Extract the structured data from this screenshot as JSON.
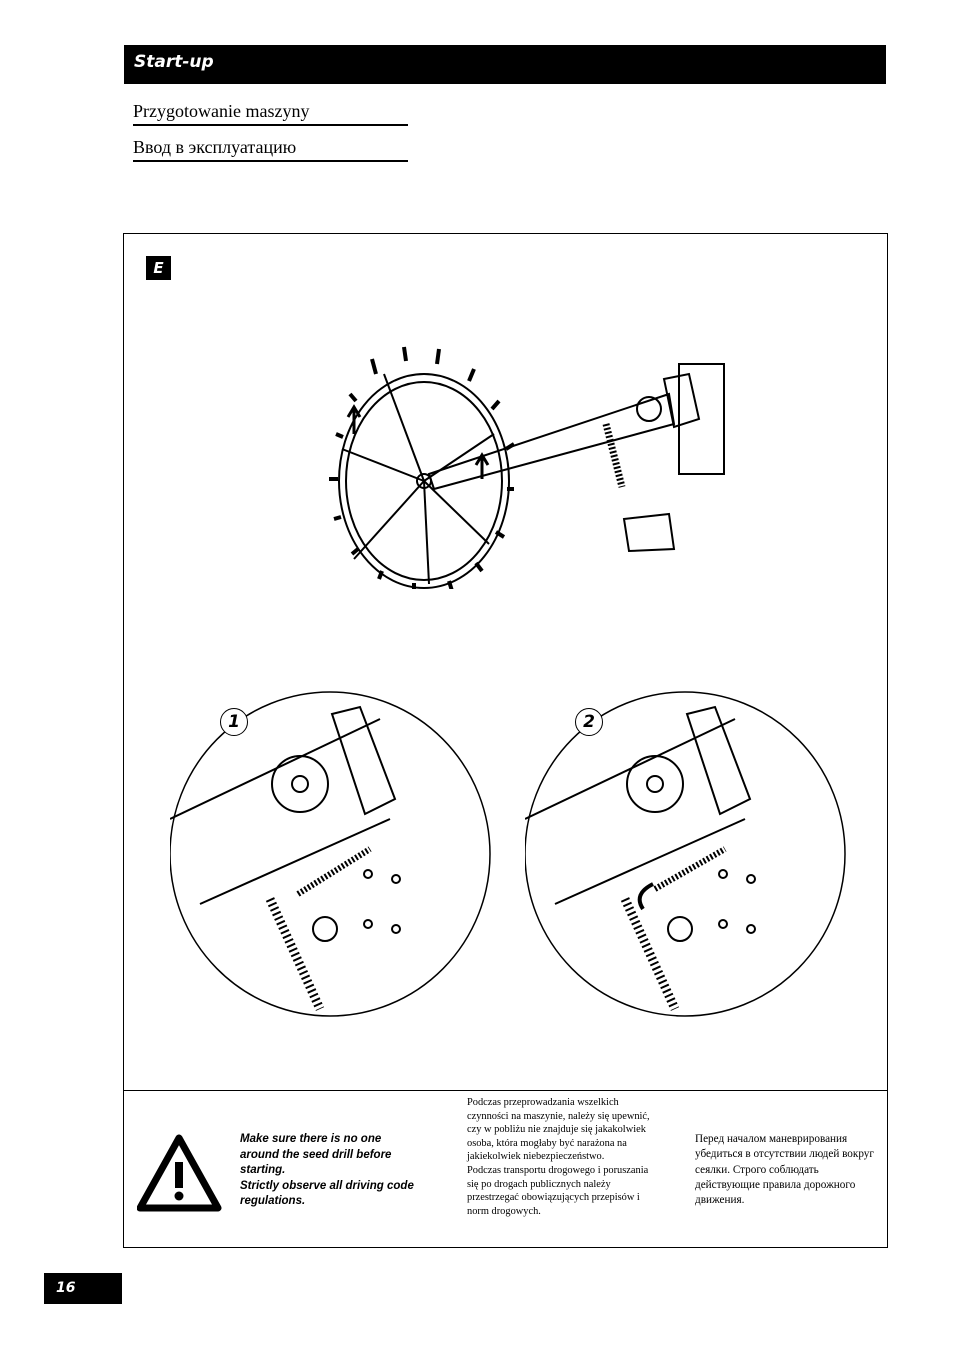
{
  "header": {
    "title": "Start-up"
  },
  "subtitles": [
    "Przygotowanie maszyny",
    "Ввод в эксплуатацию"
  ],
  "figure": {
    "badge": "E",
    "detail_labels": [
      "1",
      "2"
    ]
  },
  "warning": {
    "icon": "warning-triangle-icon",
    "text_en": [
      "Make sure there is no one around the seed drill before starting.",
      "Strictly observe all driving code regulations."
    ],
    "text_pl": [
      "Podczas przeprowadzania wszelkich czynności na maszynie, należy się upewnić, czy w pobliżu nie znajduje się jakakolwiek osoba, która mogłaby być narażona na jakiekolwiek niebezpieczeństwo.",
      "Podczas transportu drogowego i poruszania się po drogach publicznych należy przestrzegać obowiązujących przepisów i norm drogowych."
    ],
    "text_ru": "Перед началом маневрирования убедиться в отсутствии людей вокруг сеялки. Строго соблюдать действующие правила дорожного движения."
  },
  "footer": {
    "page_number": "16"
  }
}
